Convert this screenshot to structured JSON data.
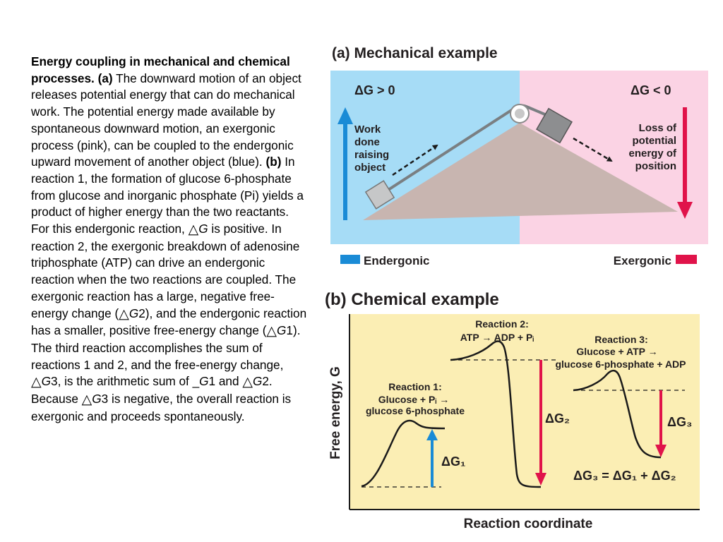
{
  "caption": {
    "title": "Energy coupling in mechanical and chemical processes.",
    "part_a_label": "(a)",
    "part_a_text": "The downward motion of an object releases potential energy that can do mechanical work. The potential energy made available by spontaneous downward motion, an exergonic process (pink), can be coupled to the endergonic upward movement of another object (blue).",
    "part_b_label": "(b)",
    "part_b_text_1": "In reaction 1, the formation of glucose 6-phosphate from glucose and inorganic phosphate (Pi) yields a product of higher energy than the two reactants. For this endergonic reaction,",
    "g": "G",
    "part_b_text_2": "is positive. In reaction 2, the exergonic breakdown of adenosine triphosphate (ATP) can drive an endergonic reaction when the two reactions are coupled. The exergonic reaction has a large, negative free-energy change (",
    "sub2": "2",
    "part_b_text_3": "), and the endergonic reaction has a smaller, positive free-energy change (",
    "sub1": "1",
    "part_b_text_4": "). The third reaction accomplishes the sum of reactions 1 and 2, and the free-energy change,",
    "sub3": "3",
    "part_b_text_5": ", is the arithmetic sum of _",
    "part_b_text_6": "1 and",
    "part_b_text_7": "2. Because",
    "part_b_text_8": "3 is negative, the overall reaction is exergonic and proceeds spontaneously.",
    "delta_symbol": "△"
  },
  "panel_a": {
    "title": "(a) Mechanical example",
    "left_dg": "ΔG > 0",
    "right_dg": "ΔG < 0",
    "left_lines": [
      "Work",
      "done",
      "raising",
      "object"
    ],
    "right_lines": [
      "Loss of",
      "potential",
      "energy of",
      "position"
    ],
    "endergonic_label": "Endergonic",
    "exergonic_label": "Exergonic",
    "colors": {
      "blue_bg": "#a6dcf6",
      "pink_bg": "#fbd3e4",
      "hill": "#c8b5b0",
      "blue_arrow": "#1a8bd6",
      "red_arrow": "#e0134a"
    }
  },
  "panel_b": {
    "title": "(b) Chemical example",
    "ylabel": "Free energy, G",
    "xlabel": "Reaction coordinate",
    "reaction1": {
      "title": "Reaction 1:",
      "line1": "Glucose + Pᵢ →",
      "line2": "glucose 6-phosphate",
      "dg": "ΔG₁"
    },
    "reaction2": {
      "title": "Reaction 2:",
      "line1": "ATP → ADP + Pᵢ",
      "dg": "ΔG₂"
    },
    "reaction3": {
      "title": "Reaction 3:",
      "line1": "Glucose + ATP →",
      "line2": "glucose 6-phosphate + ADP",
      "dg": "ΔG₃",
      "sum": "ΔG₃ = ΔG₁ + ΔG₂"
    },
    "colors": {
      "bg": "#fbeeb4",
      "blue": "#1a8bd6",
      "red": "#e0134a"
    }
  }
}
